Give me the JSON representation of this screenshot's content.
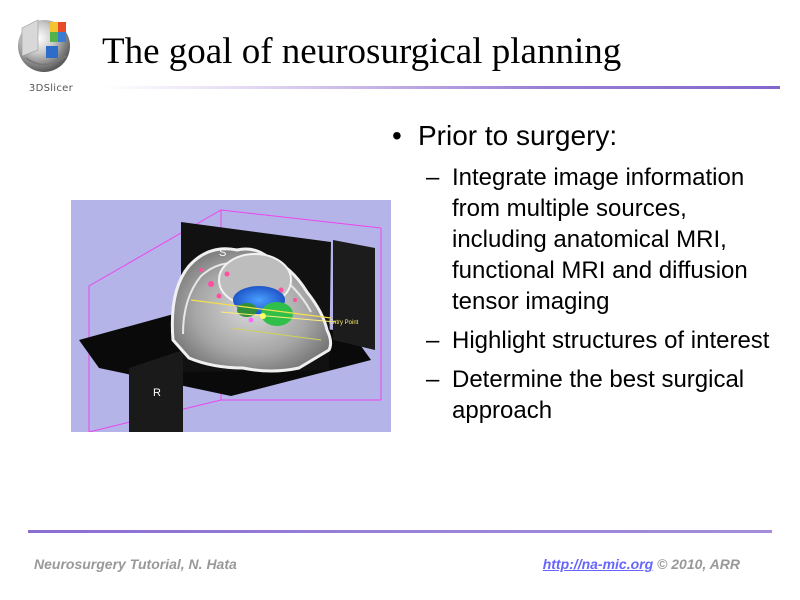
{
  "logo": {
    "text": "3DSlicer"
  },
  "slide": {
    "title": "The goal of neurosurgical planning",
    "bullet": {
      "marker": "•",
      "text": "Prior to surgery:",
      "sub_marker": "–",
      "sub_items": [
        "Integrate image information from multiple sources, including anatomical MRI, functional MRI and diffusion tensor imaging",
        "Highlight structures of interest",
        "Determine the best surgical approach"
      ]
    },
    "figure": {
      "label_s": "S",
      "label_r": "R",
      "label_entry": "Entry Point",
      "background": "#b4b4e8"
    }
  },
  "footer": {
    "left": "Neurosurgery Tutorial, N. Hata",
    "link": "http://na-mic.org",
    "right": "© 2010, ARR"
  },
  "colors": {
    "accent": "#8a6ed2",
    "link": "#6666ff",
    "footer_text": "#999999"
  }
}
